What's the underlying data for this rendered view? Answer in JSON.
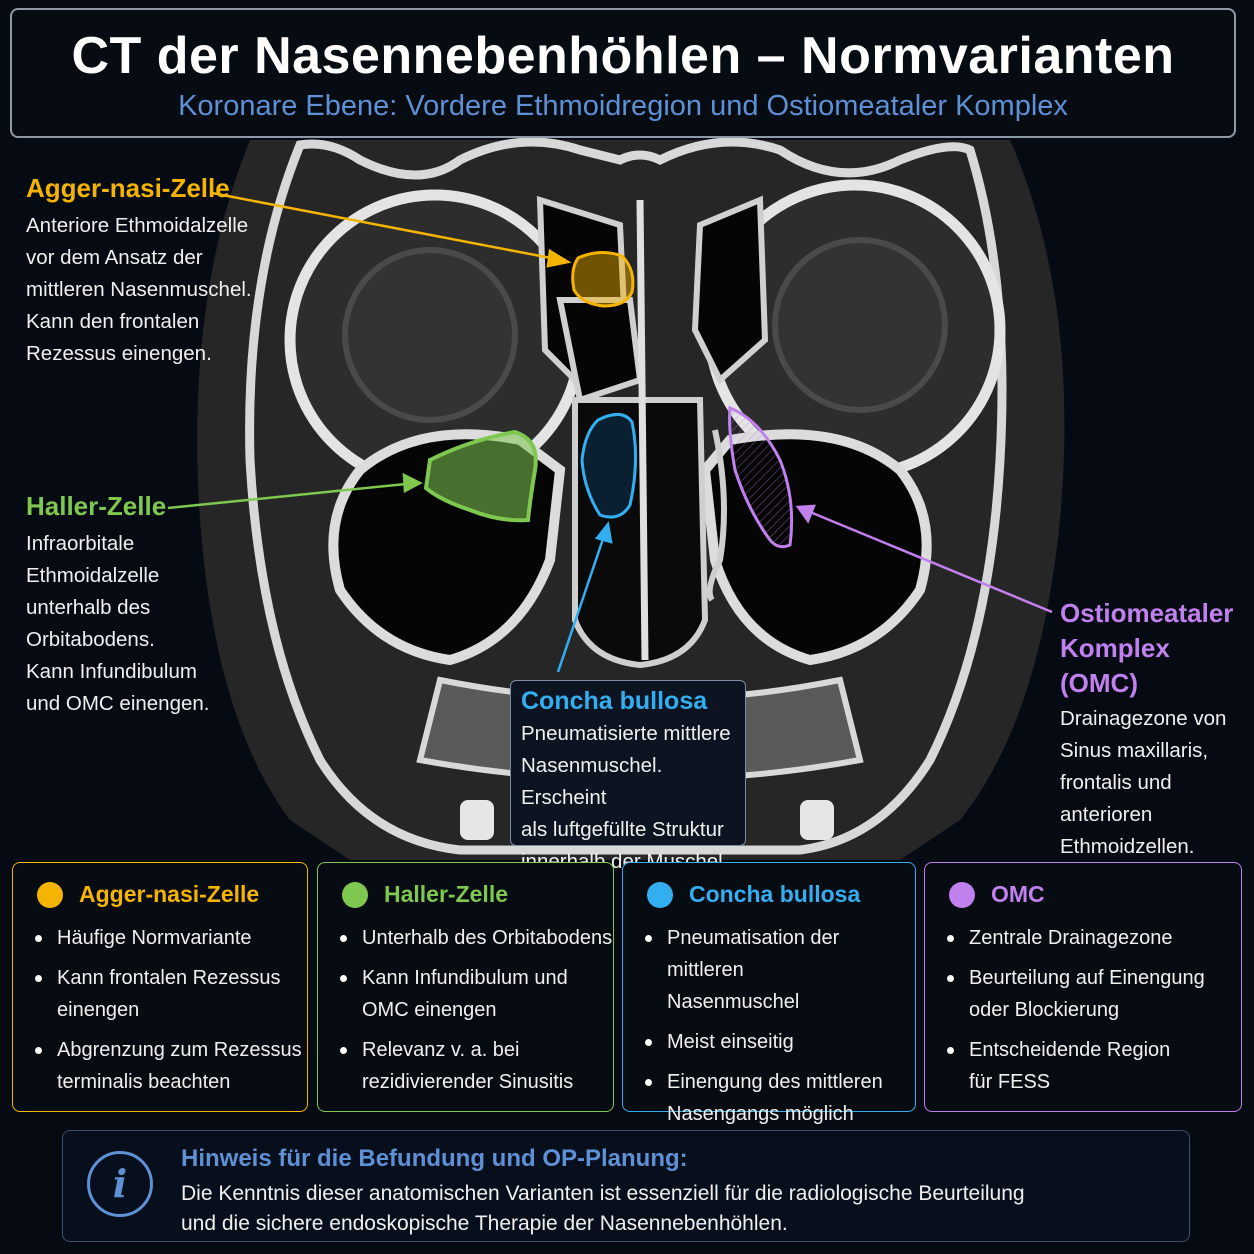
{
  "header": {
    "title": "CT der Nasennebenhöhlen – Normvarianten",
    "subtitle": "Koronare Ebene: Vordere Ethmoidregion und Ostiomeataler Komplex"
  },
  "colors": {
    "agger": "#f5b400",
    "haller": "#7ec850",
    "concha": "#33aef0",
    "omc": "#c080ee",
    "accent_blue": "#5e90d6"
  },
  "labels": {
    "agger": {
      "title": "Agger-nasi-Zelle",
      "lines": [
        "Anteriore Ethmoidalzelle",
        "vor dem Ansatz der",
        "mittleren Nasenmuschel.",
        "Kann den frontalen",
        "Rezessus einengen."
      ]
    },
    "haller": {
      "title": "Haller-Zelle",
      "lines": [
        "Infraorbitale",
        "Ethmoidalzelle",
        "unterhalb des",
        "Orbitabodens.",
        "Kann Infundibulum",
        "und OMC einengen."
      ]
    },
    "concha": {
      "title": "Concha bullosa",
      "lines": [
        "Pneumatisierte mittlere",
        "Nasenmuschel. Erscheint",
        "als luftgefüllte Struktur",
        "innerhalb der Muschel."
      ]
    },
    "omc": {
      "title_lines": [
        "Ostiomeataler",
        "Komplex (OMC)"
      ],
      "lines": [
        "Drainagezone von",
        "Sinus maxillaris,",
        "frontalis und",
        "anterioren",
        "Ethmoidzellen."
      ]
    }
  },
  "cards": [
    {
      "title": "Agger-nasi-Zelle",
      "items": [
        [
          "Häufige Normvariante"
        ],
        [
          "Kann frontalen Rezessus",
          "einengen"
        ],
        [
          "Abgrenzung zum Rezessus",
          "terminalis beachten"
        ]
      ]
    },
    {
      "title": "Haller-Zelle",
      "items": [
        [
          "Unterhalb des Orbitabodens"
        ],
        [
          "Kann Infundibulum und",
          "OMC einengen"
        ],
        [
          "Relevanz v. a. bei",
          "rezidivierender Sinusitis"
        ]
      ]
    },
    {
      "title": "Concha bullosa",
      "items": [
        [
          "Pneumatisation der mittleren",
          "Nasenmuschel"
        ],
        [
          "Meist einseitig"
        ],
        [
          "Einengung des mittleren",
          "Nasengangs möglich"
        ]
      ]
    },
    {
      "title": "OMC",
      "items": [
        [
          "Zentrale Drainagezone"
        ],
        [
          "Beurteilung auf Einengung",
          "oder Blockierung"
        ],
        [
          "Entscheidende Region",
          "für FESS"
        ]
      ]
    }
  ],
  "note": {
    "icon": "info-icon",
    "icon_glyph": "i",
    "title": "Hinweis für die Befundung und OP-Planung:",
    "lines": [
      "Die Kenntnis dieser anatomischen Varianten ist essenziell für die radiologische Beurteilung",
      "und die sichere endoskopische Therapie der  Nasennebenhöhlen."
    ]
  }
}
